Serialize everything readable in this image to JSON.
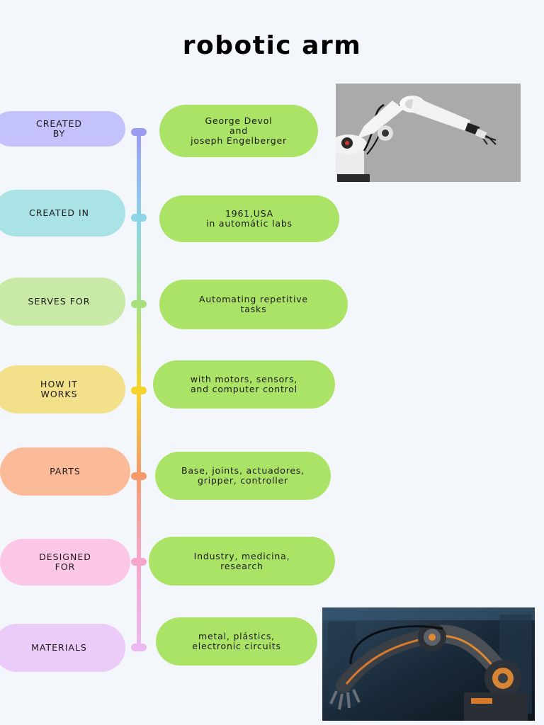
{
  "title": "robotic arm",
  "rows": [
    {
      "label": "CREATED\nBY",
      "answer": "George Devol\nand\njoseph Engelberger",
      "color": "#c4c2fb"
    },
    {
      "label": "CREATED IN",
      "answer": "1961,USA\nin automátic  labs",
      "color": "#a9e3e6"
    },
    {
      "label": "SERVES FOR",
      "answer": "Automating repetitive\ntasks",
      "color": "#c9e9a6"
    },
    {
      "label": "HOW IT\nWORKS",
      "answer": "with motors, sensors,\nand computer control",
      "color": "#f2e08b"
    },
    {
      "label": "PARTS",
      "answer": "Base, joints, actuadores,\ngripper, controller",
      "color": "#fcbb98"
    },
    {
      "label": "DESIGNED\nFOR",
      "answer": "Industry, medicina,\nresearch",
      "color": "#fcc7e6"
    },
    {
      "label": "MATERIALS",
      "answer": "metal, plástics,\nelectronic circuits",
      "color": "#ebcbf7"
    }
  ],
  "axis_node_colors": [
    "#9a9cf2",
    "#8cd6e8",
    "#a8e07c",
    "#f5d42a",
    "#f59a6a",
    "#f7a6c8",
    "#ebb8f2"
  ],
  "images": [
    "robot-arm-photo",
    "robot-arm-render"
  ]
}
